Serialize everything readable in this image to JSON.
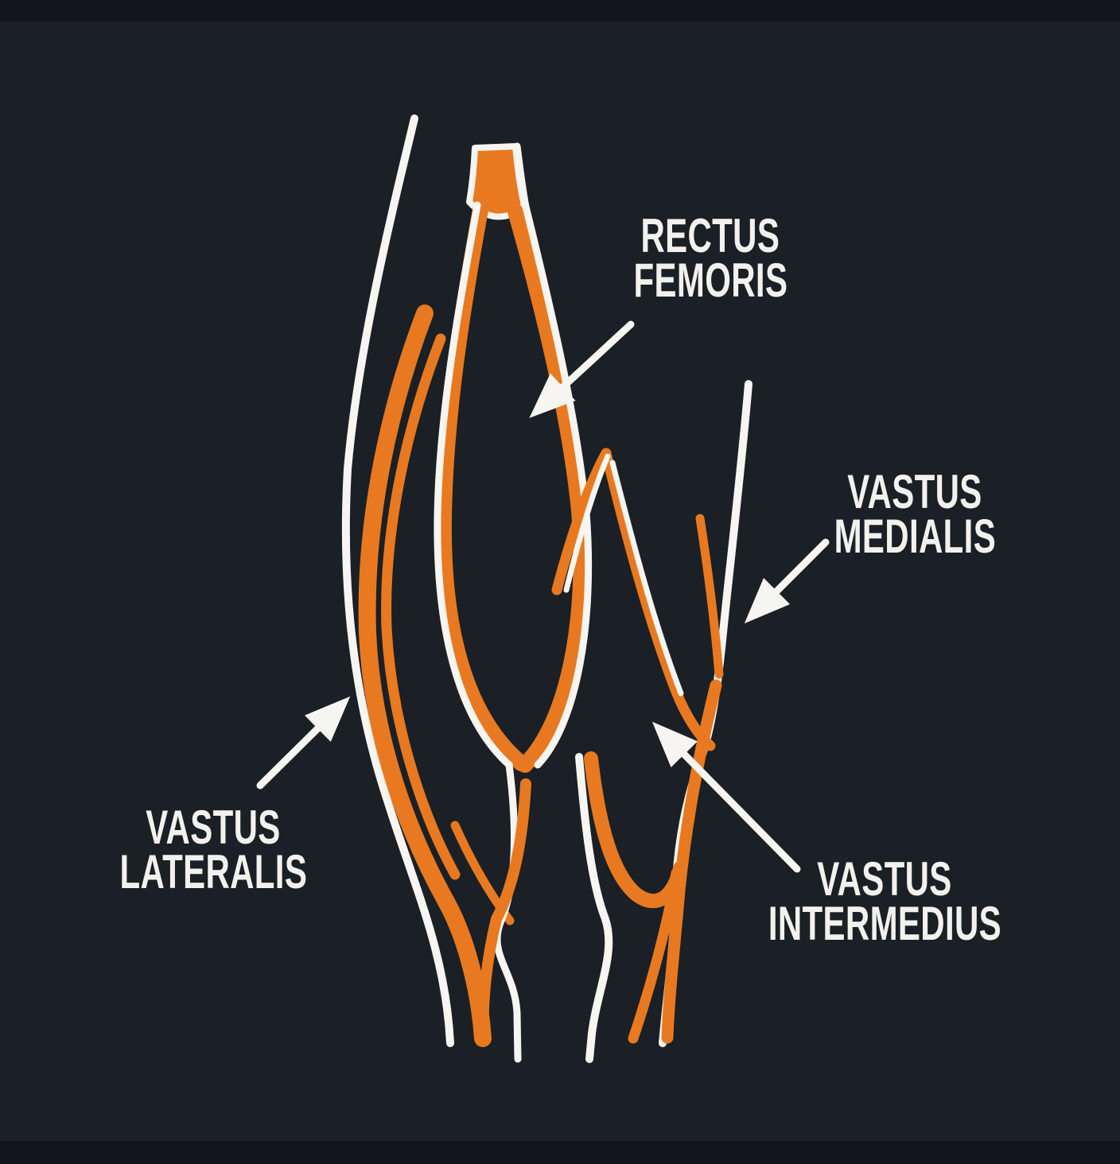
{
  "diagram": {
    "subject": "quadriceps-muscle-anatomy",
    "labels": {
      "rectus_femoris": {
        "line1": "RECTUS",
        "line2": "FEMORIS"
      },
      "vastus_medialis": {
        "line1": "VASTUS",
        "line2": "MEDIALIS"
      },
      "vastus_lateralis": {
        "line1": "VASTUS",
        "line2": "LATERALIS"
      },
      "vastus_intermedius": {
        "line1": "VASTUS",
        "line2": "INTERMEDIUS"
      }
    },
    "colors": {
      "background": "#1a2025",
      "frame_strip": "#111519",
      "muscle_orange": "#e87920",
      "line_white": "#f6f5f1",
      "label_text": "#f2f1ee"
    }
  }
}
